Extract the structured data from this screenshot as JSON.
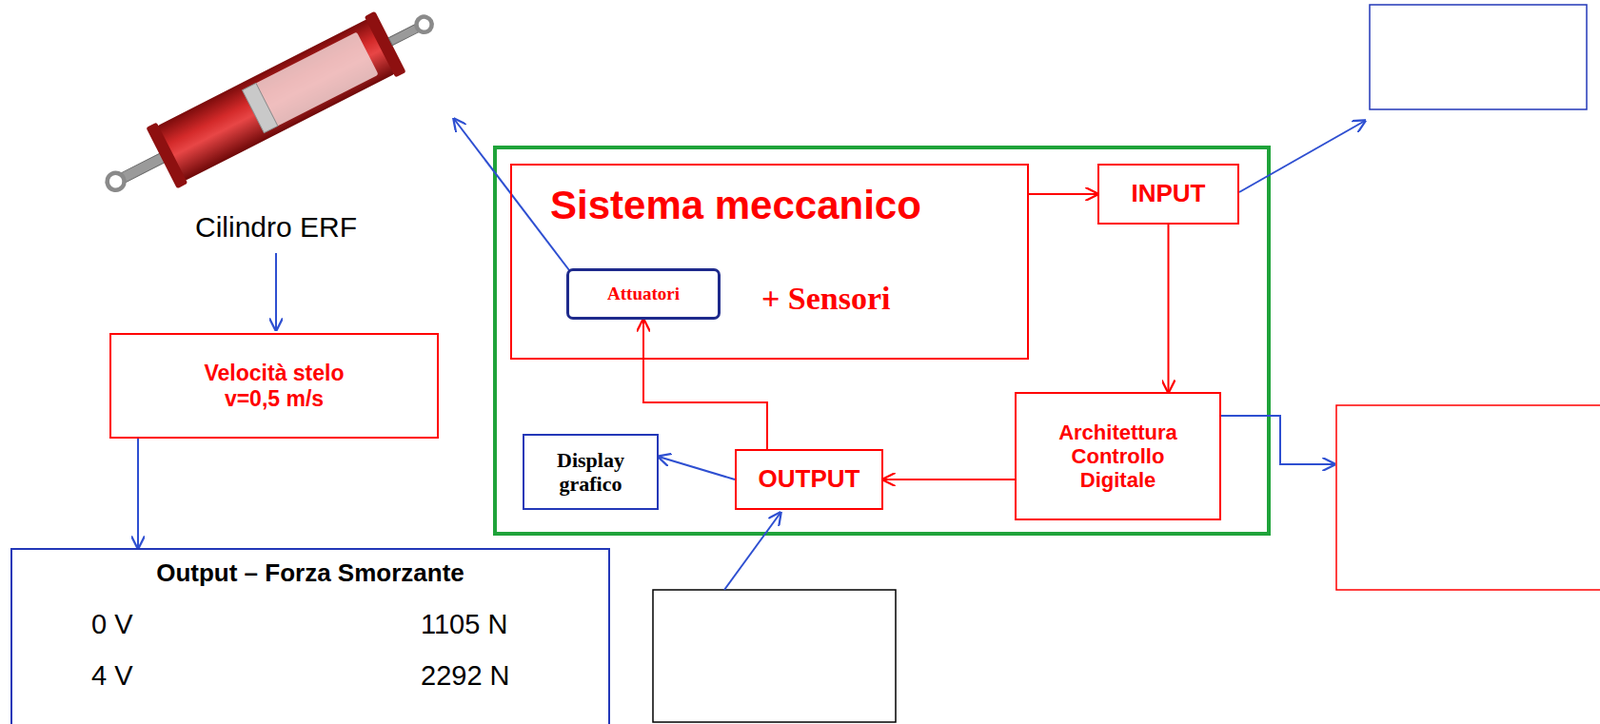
{
  "diagram": {
    "nodes": [
      {
        "text": [
          "Sistema meccanico",
          "+ Sensori"
        ]
      },
      {
        "text": [
          "Attuatori"
        ],
        "in": 0
      },
      {
        "text": [
          "INPUT"
        ]
      },
      {
        "text": [
          "Velocità stelo v=0,5 m/s"
        ]
      },
      {
        "text": [
          "Architettura Controllo Digitale"
        ]
      },
      {
        "text": [
          "Display grafico"
        ]
      },
      {
        "text": [
          "OUTPUT"
        ]
      },
      {
        "text": [
          "Output – Forza Smorzante",
          "0 V",
          "1105 N",
          "4 V",
          "2292 N"
        ]
      }
    ],
    "edges": [
      {
        "from": 0,
        "to": 2,
        "arrow": "to"
      },
      {
        "from": 2,
        "to": 4,
        "arrow": "to"
      },
      {
        "from": 4,
        "to": 6,
        "arrow": "to"
      },
      {
        "from": 6,
        "to": 1,
        "arrow": "to"
      },
      {
        "from": 6,
        "to": 5,
        "arrow": "to"
      },
      {
        "from": 3,
        "to": 7,
        "arrow": "to"
      }
    ],
    "labels": [
      "Cilindro ERF"
    ]
  }
}
